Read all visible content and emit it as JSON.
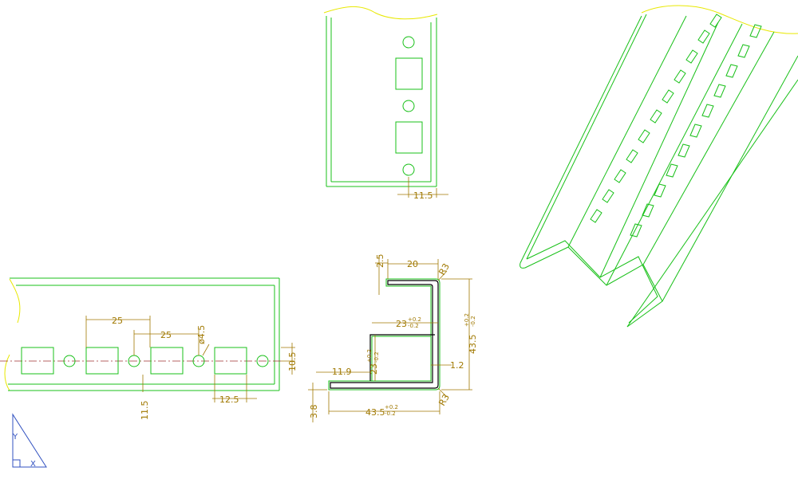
{
  "drawing": {
    "background": "#ffffff",
    "colors": {
      "geometry": "#18c018",
      "dimension": "#a07800",
      "break_line": "#e8e800",
      "centerline": "#a03030",
      "ucs_icon": "#3050c0"
    },
    "front_view": {
      "dim_hole_spacing_1": "25",
      "dim_hole_spacing_2": "25",
      "dim_hole_diameter": "ø4.5",
      "dim_centerline_height": "10.5",
      "dim_edge_offset": "11.5",
      "dim_square_width": "12.5"
    },
    "top_view": {
      "dim_hole_offset": "11.5"
    },
    "section_view": {
      "dim_lip_height": "2.5",
      "dim_top_flange": "20",
      "dim_top_radius": "R3",
      "dim_inner_width": "23",
      "dim_inner_width_tol_upper": "+0.2",
      "dim_inner_width_tol_lower": "-0.2",
      "dim_inner_height": "23",
      "dim_inner_height_tol_upper": "+0.2",
      "dim_inner_height_tol_lower": "-0.2",
      "dim_overall_height": "43.5",
      "dim_overall_height_tol_upper": "+0.2",
      "dim_overall_height_tol_lower": "-0.2",
      "dim_overall_width": "43.5",
      "dim_overall_width_tol_upper": "+0.2",
      "dim_overall_width_tol_lower": "-0.2",
      "dim_bottom_lip": "11.9",
      "dim_thickness": "1.2",
      "dim_bottom_radius": "R3",
      "dim_bottom_offset": "3.8"
    },
    "ucs_icon": {
      "y_label": "Y",
      "x_label": "X"
    }
  }
}
